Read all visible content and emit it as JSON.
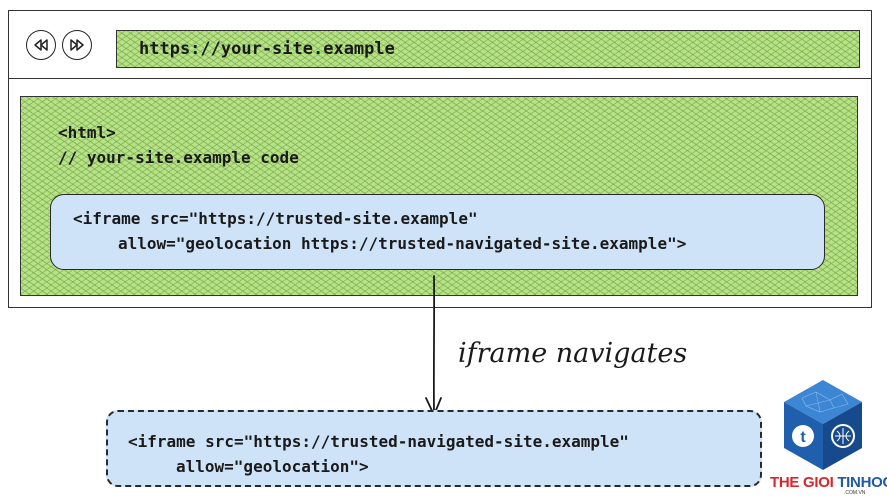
{
  "browser": {
    "url": "https://your-site.example",
    "back_icon": "rewind-icon",
    "forward_icon": "fast-forward-icon"
  },
  "page": {
    "line_html": "<html>",
    "line_comment": "// your-site.example code"
  },
  "iframe": {
    "line1": "<iframe src=\"https://trusted-site.example\"",
    "line2": "allow=\"geolocation https://trusted-navigated-site.example\">"
  },
  "arrow_label": "iframe navigates",
  "navigated_iframe": {
    "line1": "<iframe src=\"https://trusted-navigated-site.example\"",
    "line2": "allow=\"geolocation\">"
  },
  "logo": {
    "word1": "THE GIOI ",
    "word2": "TINHOC",
    "sub": ".COM.VN",
    "icon": "cube-logo-icon"
  },
  "colors": {
    "green_fill": "#b9e08b",
    "blue_fill": "#cfe3f8",
    "logo_red": "#d8262b",
    "logo_blue": "#1e5aa8"
  }
}
